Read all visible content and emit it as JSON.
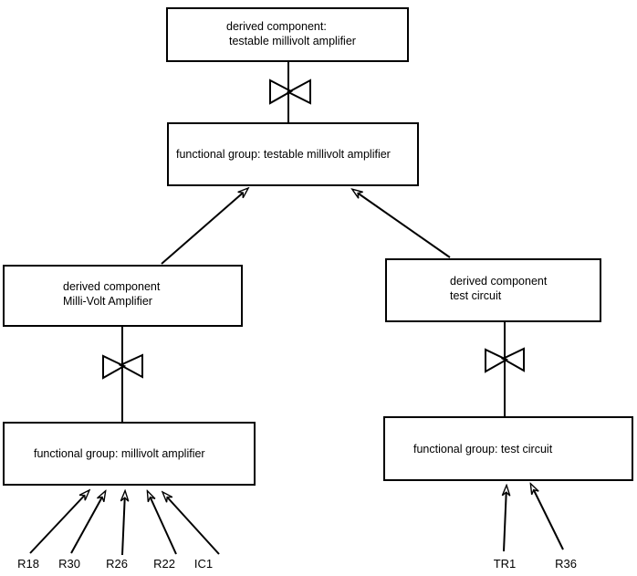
{
  "diagram": {
    "colors": {
      "line": "#000000",
      "background": "#ffffff",
      "text": "#000000"
    },
    "nodes": {
      "derived_testable": {
        "line1": "derived component:",
        "line2": "testable millivolt amplifier"
      },
      "fg_testable": {
        "line1": "functional group: testable millivolt amplifier"
      },
      "derived_mva": {
        "line1": "derived component",
        "line2": "Milli-Volt Amplifier"
      },
      "derived_tc": {
        "line1": "derived component",
        "line2": "test circuit"
      },
      "fg_mva": {
        "line1": "functional group: millivolt amplifier"
      },
      "fg_tc": {
        "line1": "functional group: test circuit"
      }
    },
    "labels": {
      "r18": "R18",
      "r30": "R30",
      "r26": "R26",
      "r22": "R22",
      "ic1": "IC1",
      "tr1": "TR1",
      "r36": "R36"
    }
  }
}
